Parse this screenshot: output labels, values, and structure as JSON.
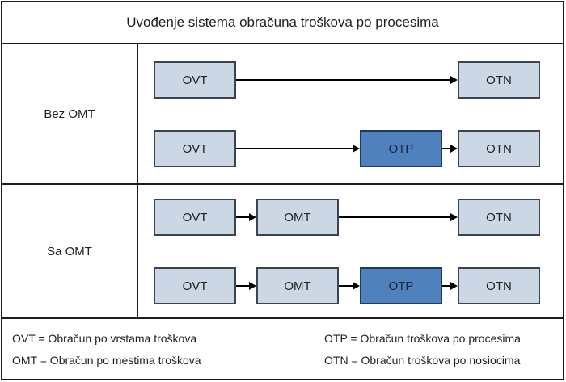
{
  "title": "Uvođenje sistema obračuna troškova po procesima",
  "highlight_box": "OTP",
  "rows": [
    {
      "label": "Bez OMT",
      "flows": [
        {
          "boxes": [
            "OVT",
            "OTN"
          ]
        },
        {
          "boxes": [
            "OVT",
            "OTP",
            "OTN"
          ]
        }
      ]
    },
    {
      "label": "Sa OMT",
      "flows": [
        {
          "boxes": [
            "OVT",
            "OMT",
            "OTN"
          ]
        },
        {
          "boxes": [
            "OVT",
            "OMT",
            "OTP",
            "OTN"
          ]
        }
      ]
    }
  ],
  "legend": {
    "left": [
      "OVT = Obračun po vrstama troškova",
      "OMT = Obračun po mestima troškova"
    ],
    "right": [
      "OTP = Obračun troškova po procesima",
      "OTN = Obračun troškova po nosiocima"
    ]
  },
  "colors": {
    "box_light": "#ccd7e6",
    "box_light_border": "#3c4450",
    "box_dark": "#4f81bd",
    "box_dark_border": "#1f3a60",
    "line": "#1d1d1d",
    "arrow": "#000000",
    "text": "#1f1f1f"
  }
}
